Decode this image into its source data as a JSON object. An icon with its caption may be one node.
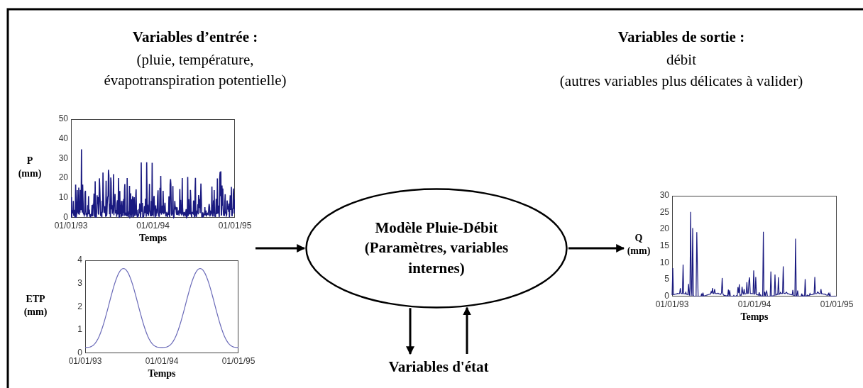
{
  "diagram": {
    "nodes": [
      {
        "text": [],
        "shape": "picture"
      },
      {
        "text": [],
        "shape": "picture"
      },
      {
        "text": [
          "Modèle Pluie-Débit (Paramètres, variables internes)"
        ]
      },
      {
        "text": [],
        "shape": "picture"
      },
      {
        "text": [
          "Variables d'état"
        ]
      }
    ],
    "edges": [
      {
        "from": null,
        "to": 2,
        "arrow": "to"
      },
      {
        "from": 2,
        "to": 3,
        "arrow": "to"
      },
      {
        "from": 2,
        "to": 4,
        "arrow": "to"
      },
      {
        "from": 4,
        "to": 2,
        "arrow": "to"
      }
    ],
    "labels": [
      "Variables d’entrée :",
      "(pluie, température, évapotranspiration potentielle)",
      "Variables de sortie :",
      "débit",
      "(autres variables plus délicates à valider)",
      "50",
      "40",
      "30",
      "20",
      "10",
      "0",
      "P (mm)",
      "01/01/93",
      "01/01/94",
      "01/01/95",
      "Temps",
      "30",
      "25",
      "20",
      "15",
      "10",
      "5",
      "0",
      "Q (mm)",
      "01/01/93",
      "01/01/94",
      "01/01/95",
      "Temps",
      "4",
      "3",
      "2",
      "1",
      "0",
      "ETP (mm)",
      "01/01/93",
      "01/01/94",
      "01/01/95",
      "Temps"
    ]
  }
}
